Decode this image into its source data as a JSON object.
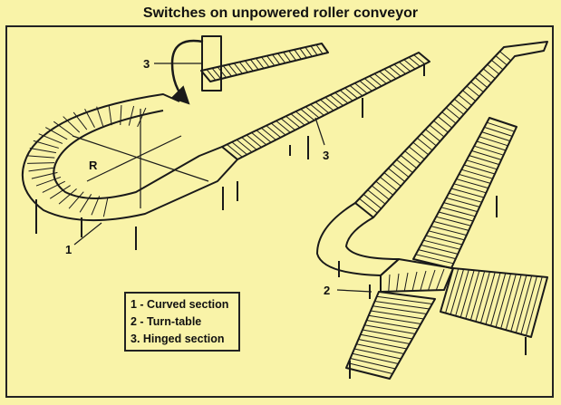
{
  "title": "Switches on unpowered roller conveyor",
  "callouts": {
    "hinged_top": "3",
    "hinged_mid": "3",
    "radius": "R",
    "curved": "1",
    "turntable": "2"
  },
  "legend": {
    "items": [
      "1 - Curved section",
      "2 - Turn-table",
      "3. Hinged section"
    ]
  },
  "colors": {
    "background": "#f9f3a8",
    "ink": "#1a1a1a"
  }
}
